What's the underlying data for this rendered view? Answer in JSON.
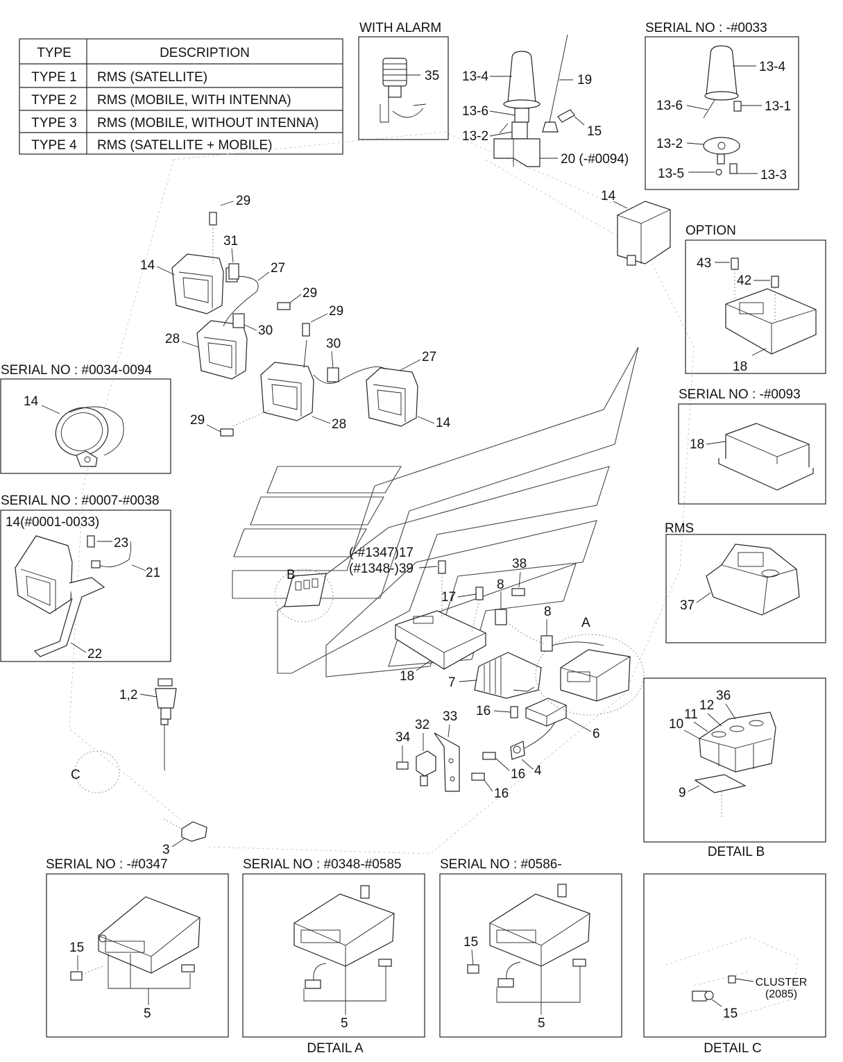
{
  "type_table": {
    "header_type": "TYPE",
    "header_description": "DESCRIPTION",
    "rows": [
      {
        "type": "TYPE 1",
        "description": "RMS (SATELLITE)"
      },
      {
        "type": "TYPE 2",
        "description": "RMS (MOBILE, WITH INTENNA)"
      },
      {
        "type": "TYPE 3",
        "description": "RMS (MOBILE, WITHOUT INTENNA)"
      },
      {
        "type": "TYPE 4",
        "description": "RMS (SATELLITE + MOBILE)"
      }
    ]
  },
  "panels": {
    "with_alarm": "WITH ALARM",
    "serial_0033": "SERIAL NO : -#0033",
    "option": "OPTION",
    "serial_0034_0094": "SERIAL NO : #0034-0094",
    "serial_0093": "SERIAL NO : -#0093",
    "serial_0007_0038": "SERIAL NO : #0007-#0038",
    "rms": "RMS",
    "serial_0347": "SERIAL NO : -#0347",
    "serial_0348_0585": "SERIAL NO : #0348-#0585",
    "serial_0586": "SERIAL NO : #0586-",
    "detail_a": "DETAIL A",
    "detail_b": "DETAIL B",
    "detail_c": "DETAIL C",
    "cluster_line1": "CLUSTER",
    "cluster_line2": "(2085)"
  },
  "detail_markers": [
    "A",
    "B",
    "C"
  ],
  "callouts": {
    "c35": "35",
    "c13_4a": "13-4",
    "c19": "19",
    "c13_6a": "13-6",
    "c15a": "15",
    "c13_2a": "13-2",
    "c20": "20 (-#0094)",
    "c13_4b": "13-4",
    "c13_6b": "13-6",
    "c13_1": "13-1",
    "c13_2b": "13-2",
    "c13_5": "13-5",
    "c13_3": "13-3",
    "c14a": "14",
    "c43": "43",
    "c42": "42",
    "c18a": "18",
    "c29a": "29",
    "c31": "31",
    "c14b": "14",
    "c27a": "27",
    "c29b": "29",
    "c29c": "29",
    "c30a": "30",
    "c28a": "28",
    "c30b": "30",
    "c27b": "27",
    "c29d": "29",
    "c28b": "28",
    "c14c": "14",
    "c14d": "14",
    "c18b": "18",
    "c14e": "14(#0001-0033)",
    "c23": "23",
    "c21": "21",
    "c22": "22",
    "c37": "37",
    "c17a": "(-#1347)17",
    "c39": "(#1348-)39",
    "c38": "38",
    "c8a": "8",
    "c17b": "17",
    "c8b": "8",
    "c18c": "18",
    "c7": "7",
    "c16a": "16",
    "c6": "6",
    "c34": "34",
    "c32": "32",
    "c33": "33",
    "c16b": "16",
    "c4": "4",
    "c16c": "16",
    "c1_2": "1,2",
    "c3": "3",
    "c36": "36",
    "c12": "12",
    "c11": "11",
    "c10": "10",
    "c9": "9",
    "c15b": "15",
    "c5a": "5",
    "c15c": "15",
    "c5b": "5",
    "c15d": "15",
    "c5c": "5",
    "c15e": "15"
  }
}
